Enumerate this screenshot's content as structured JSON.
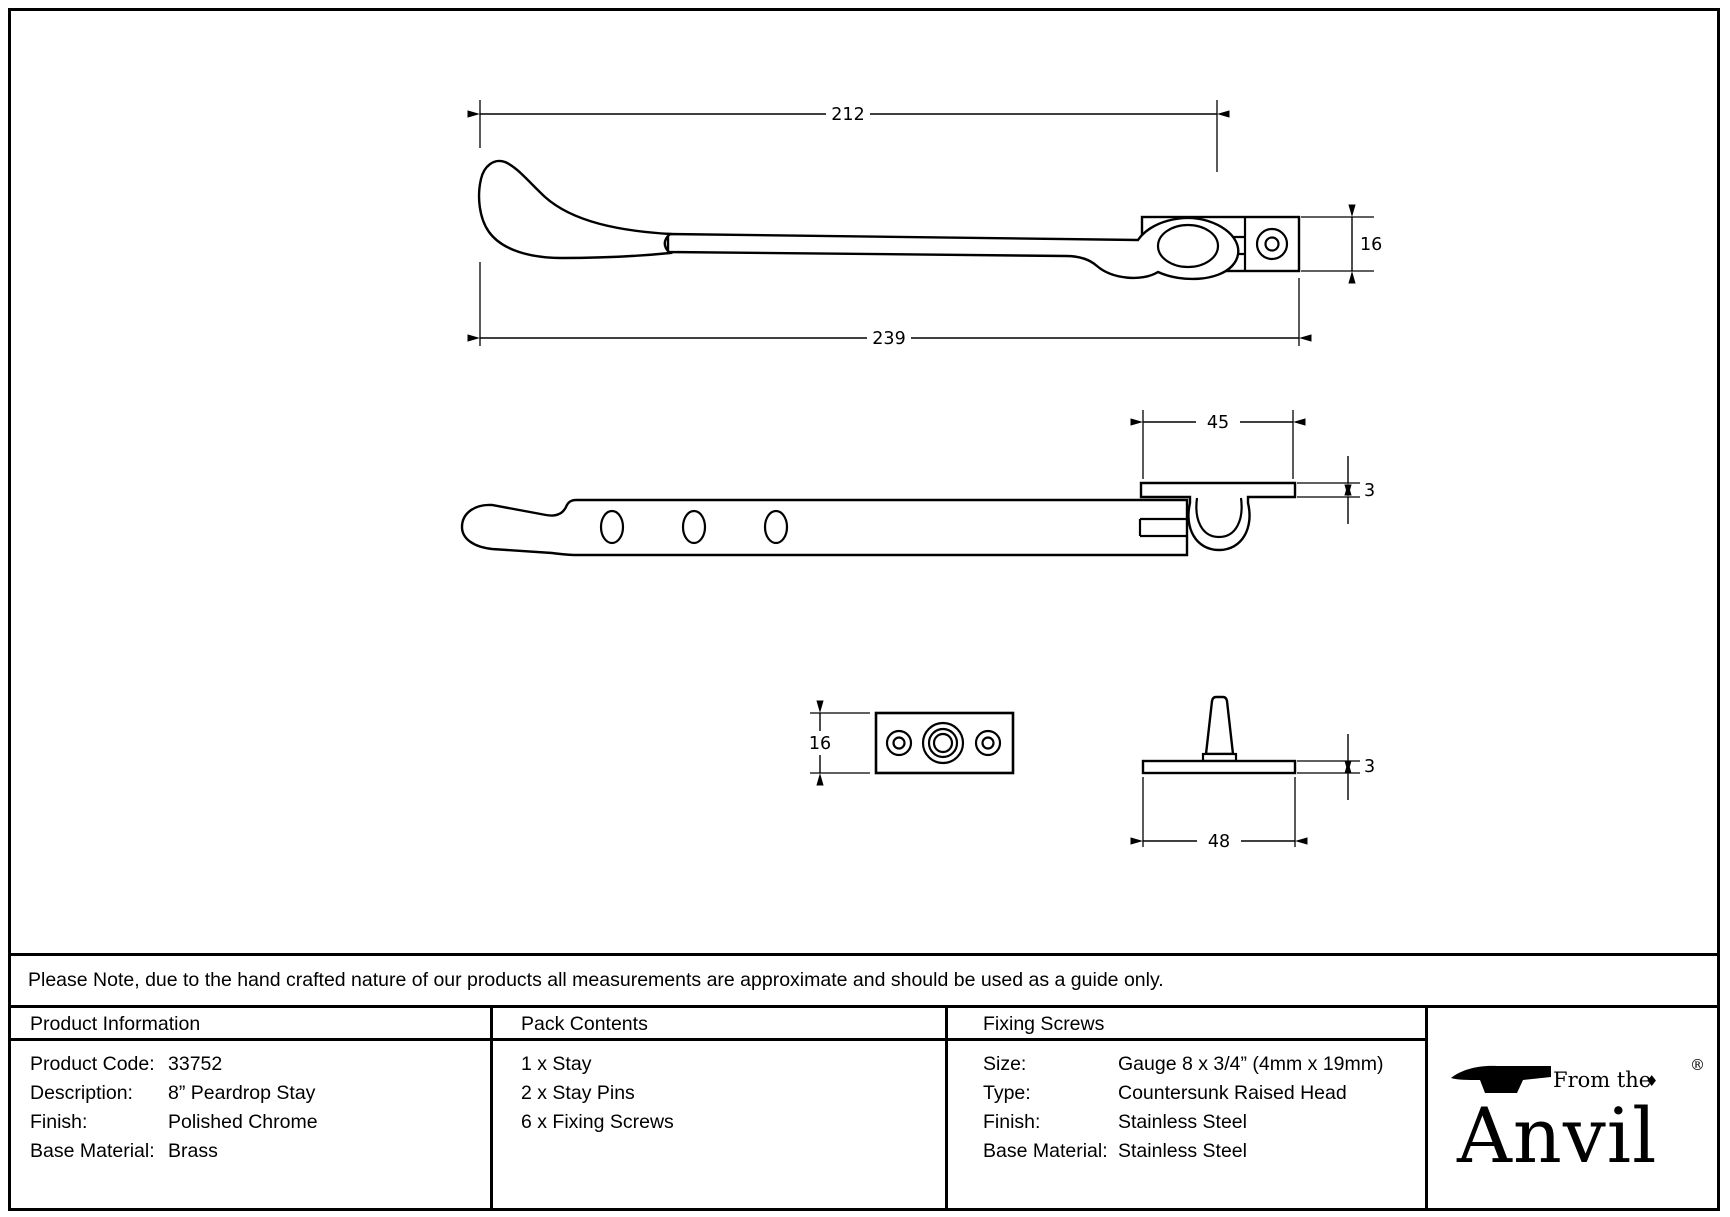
{
  "drawing": {
    "dims": {
      "length_to_pivot": "212",
      "overall_length": "239",
      "end_bracket_height": "16",
      "keep_length": "45",
      "keep_plate_thickness": "3",
      "pin_plate_height": "16",
      "pin_base_length": "48",
      "pin_base_thickness": "3"
    }
  },
  "note": "Please Note, due to the hand crafted nature of our products all measurements are approximate and should be used as a guide only.",
  "product_information": {
    "header": "Product Information",
    "rows": [
      {
        "label": "Product Code:",
        "value": "33752"
      },
      {
        "label": "Description:",
        "value": "8” Peardrop Stay"
      },
      {
        "label": "Finish:",
        "value": "Polished Chrome"
      },
      {
        "label": "Base Material:",
        "value": "Brass"
      }
    ]
  },
  "pack_contents": {
    "header": "Pack Contents",
    "items": [
      "1 x Stay",
      "2 x Stay Pins",
      "6 x Fixing Screws"
    ]
  },
  "fixing_screws": {
    "header": "Fixing Screws",
    "rows": [
      {
        "label": "Size:",
        "value": "Gauge 8 x 3/4” (4mm x 19mm)"
      },
      {
        "label": "Type:",
        "value": "Countersunk Raised Head"
      },
      {
        "label": "Finish:",
        "value": "Stainless Steel"
      },
      {
        "label": "Base Material:",
        "value": "Stainless Steel"
      }
    ]
  },
  "logo": {
    "brand": "Anvil",
    "tagline": "From the",
    "diamond": "♦",
    "registered": "®"
  },
  "colors": {
    "line": "#000000",
    "background": "#ffffff"
  }
}
